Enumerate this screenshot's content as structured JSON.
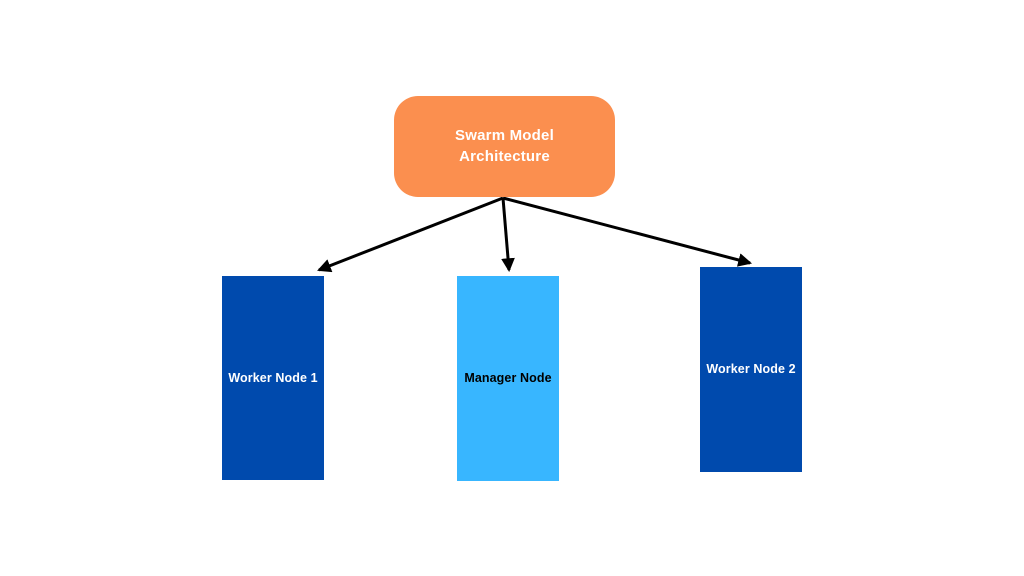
{
  "diagram": {
    "title_node": {
      "label_line1": "Swarm Model",
      "label_line2": "Architecture"
    },
    "nodes": [
      {
        "id": "worker-node-1",
        "label": "Worker Node 1",
        "role": "worker"
      },
      {
        "id": "manager-node",
        "label": "Manager Node",
        "role": "manager"
      },
      {
        "id": "worker-node-2",
        "label": "Worker Node 2",
        "role": "worker"
      }
    ],
    "connections": [
      {
        "from": "swarm-model-architecture",
        "to": "worker-node-1"
      },
      {
        "from": "swarm-model-architecture",
        "to": "manager-node"
      },
      {
        "from": "swarm-model-architecture",
        "to": "worker-node-2"
      }
    ]
  },
  "colors": {
    "background": "#ffffff",
    "title_bg": "#fb8f4f",
    "title_text": "#ffffff",
    "worker_bg": "#004aad",
    "worker_text": "#ffffff",
    "manager_bg": "#38b6ff",
    "manager_text": "#000000",
    "arrow": "#000000"
  }
}
